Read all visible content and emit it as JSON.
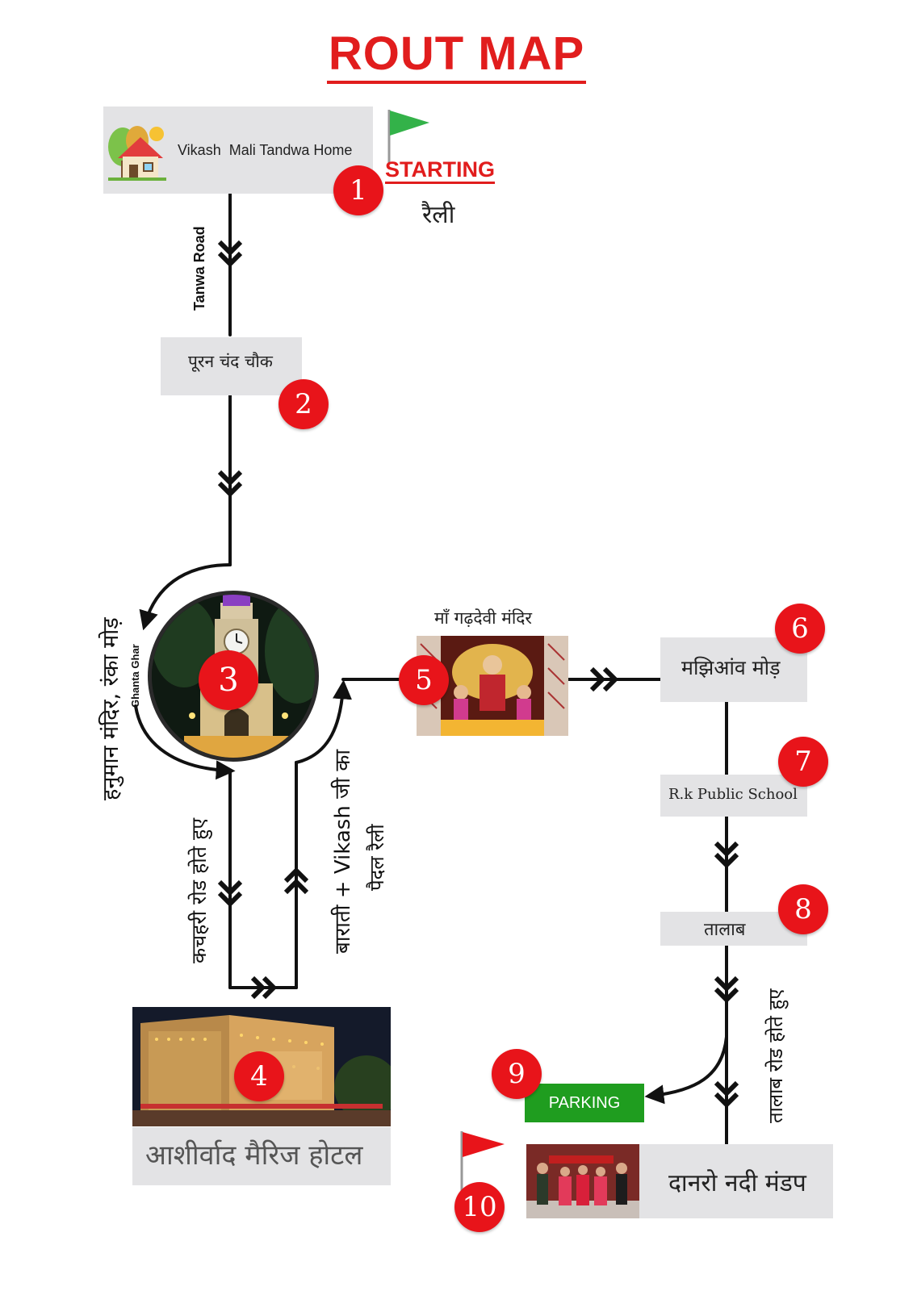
{
  "title": "ROUT MAP",
  "colors": {
    "accent": "#e11d1d",
    "marker": "#e8141a",
    "parking": "#1f9d1f",
    "box": "#e3e3e5",
    "route": "#111111"
  },
  "start": {
    "place": "Vikash  Mali Tandwa Home",
    "tag": "STARTING",
    "subtitle": "रैली",
    "icon": "house-icon",
    "flag": "green-flag-icon"
  },
  "markers": [
    "1",
    "2",
    "3",
    "4",
    "5",
    "6",
    "7",
    "8",
    "9",
    "10"
  ],
  "roads": {
    "tanwa": "Tanwa Road",
    "hanuman": "हनुमान मंदिर, रंका मोड़",
    "ghanta": "Ghanta Ghar",
    "kachahri": "कचहरी रोड होते हुए",
    "barati_line1": "बाराती + Vikash जी का",
    "barati_line2": "पैदल रैली",
    "talab_road": "तालाब रोड होते हुए"
  },
  "stops": {
    "puran": "पूरन चंद चौक",
    "temple": "माँ गढ़देवी मंदिर",
    "majhiaon": "मझिआंव मोड़",
    "school": "R.k Public School",
    "talab": "तालाब",
    "parking": "PARKING",
    "hotel": "आशीर्वाद मैरिज होटल",
    "venue": "दानरो नदी मंडप"
  },
  "end": {
    "flag": "red-flag-icon"
  }
}
